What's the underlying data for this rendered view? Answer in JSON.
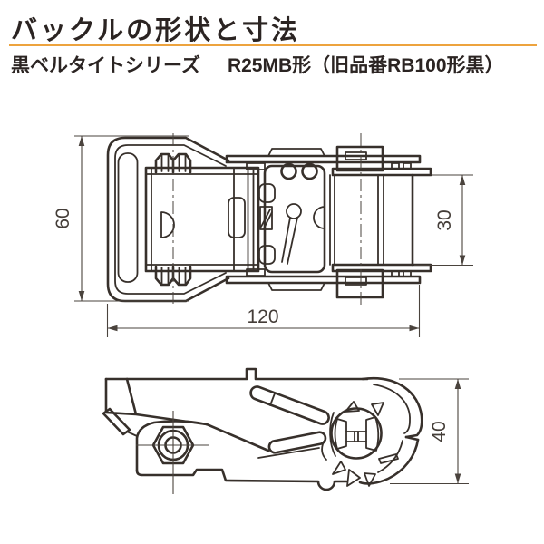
{
  "page": {
    "title": "バックルの形状と寸法",
    "series": "黒ベルタイトシリーズ",
    "model": "R25MB形（旧品番RB100形黒）",
    "accent_color": "#EDA33E",
    "line_color": "#37302B",
    "background_color": "#FFFFFF"
  },
  "drawing": {
    "top_view": {
      "height": "60",
      "strap_width": "30",
      "length": "120"
    },
    "side_view": {
      "height": "40"
    }
  }
}
